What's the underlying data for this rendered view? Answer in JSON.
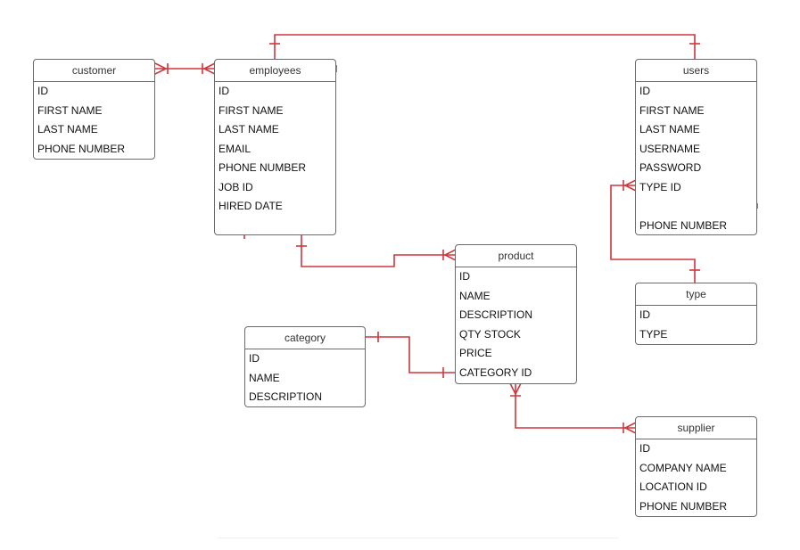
{
  "entities": {
    "customer": {
      "title": "customer",
      "fields": [
        "ID",
        "FIRST NAME",
        "LAST NAME",
        "PHONE NUMBER"
      ]
    },
    "employees": {
      "title": "employees",
      "fields": [
        "ID",
        "FIRST NAME",
        "LAST NAME",
        "EMAIL",
        "PHONE NUMBER",
        "JOB ID",
        "HIRED DATE"
      ]
    },
    "users": {
      "title": "users",
      "fields": [
        "ID",
        "FIRST NAME",
        "LAST NAME",
        "USERNAME",
        "PASSWORD",
        "TYPE ID",
        "",
        "PHONE NUMBER"
      ]
    },
    "product": {
      "title": "product",
      "fields": [
        "ID",
        "NAME",
        "DESCRIPTION",
        "QTY STOCK",
        "PRICE",
        "CATEGORY ID"
      ]
    },
    "type": {
      "title": "type",
      "fields": [
        "ID",
        "TYPE"
      ]
    },
    "category": {
      "title": "category",
      "fields": [
        "ID",
        "NAME",
        "DESCRIPTION"
      ]
    },
    "supplier": {
      "title": "supplier",
      "fields": [
        "ID",
        "COMPANY NAME",
        "LOCATION ID",
        "PHONE NUMBER"
      ]
    }
  },
  "colors": {
    "relationship": "#d0353b",
    "border": "#6b6b6b"
  },
  "relationships": [
    {
      "from": "customer",
      "to": "employees",
      "from_end": "many",
      "to_end": "many"
    },
    {
      "from": "employees",
      "to": "users",
      "from_end": "one",
      "to_end": "one"
    },
    {
      "from": "employees",
      "to": "product",
      "from_end": "one",
      "to_end": "many"
    },
    {
      "from": "users",
      "to": "type",
      "from_end": "many",
      "to_end": "one"
    },
    {
      "from": "category",
      "to": "product",
      "from_end": "one",
      "to_end": "one"
    },
    {
      "from": "product",
      "to": "supplier",
      "from_end": "many",
      "to_end": "many"
    }
  ]
}
